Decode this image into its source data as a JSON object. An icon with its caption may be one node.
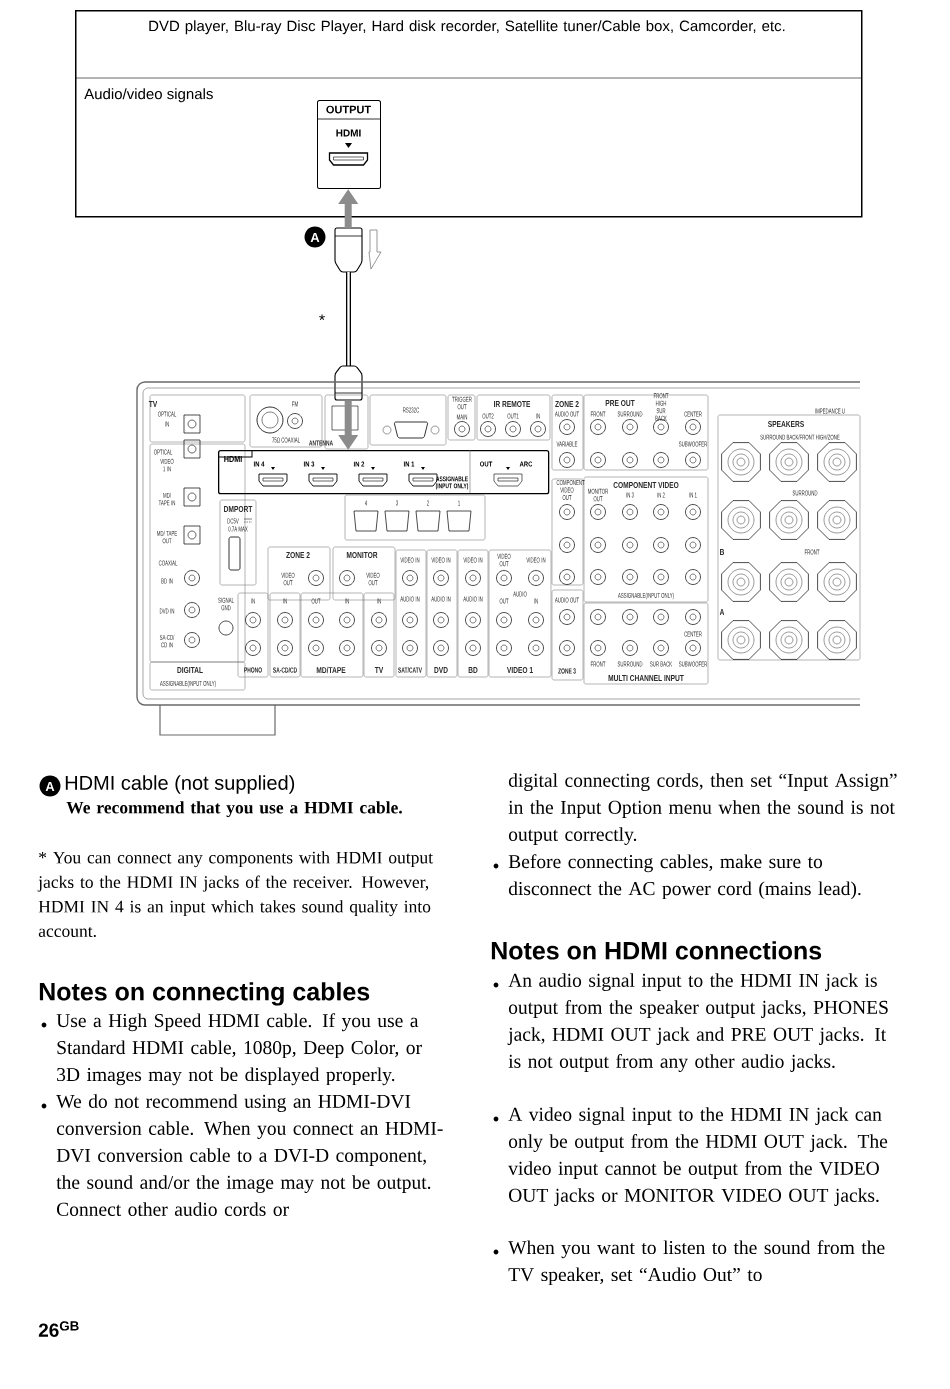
{
  "diagram": {
    "nodes": [
      {
        "text": [
          "DVD player, Blu-ray Disc Player, Hard disk recorder, Satellite tuner/Cable box, Camcorder, etc.",
          "Audio/video signals"
        ]
      },
      {
        "text": [
          "OUTPUT",
          "HDMI"
        ],
        "in": 0
      },
      {
        "text": [],
        "shape": "cable",
        "beside": [
          "A",
          "*"
        ]
      },
      {
        "text": [],
        "shape": "picture"
      },
      {
        "text": [
          "HDMI",
          "IN 4",
          "IN 3",
          "IN 2",
          "IN 1",
          "ASSIGNABLE (INPUT ONLY)",
          "OUT",
          "ARC"
        ],
        "in": 3
      }
    ],
    "edges": [
      {
        "from": 2,
        "to": 1,
        "arrow": "to"
      },
      {
        "from": 2,
        "to": 4,
        "arrow": "to"
      }
    ],
    "labels": [
      "TV",
      "FM",
      "RS232C",
      "TRIGGER OUT",
      "IR REMOTE",
      "ZONE 2",
      "PRE OUT",
      "FRONT HIGH SUR BACK",
      "IMPEDANCE U",
      "OPTICAL",
      "MAIN",
      "OUT2",
      "OUT1",
      "IN",
      "AUDIO OUT",
      "FRONT",
      "SURROUND",
      "CENTER",
      "IN",
      "SPEAKERS",
      "75Ω COAXIAL",
      "ANTENNA",
      "VARIABLE",
      "SUBWOOFER",
      "SURROUND BACK/FRONT HIGH/ZONE",
      "OPTICAL",
      "VIDEO 1 IN",
      "COMPONENT VIDEO OUT",
      "COMPONENT VIDEO",
      "SURROUND",
      "MD/ TAPE IN",
      "MONITOR OUT",
      "IN 3",
      "IN 2",
      "IN 1",
      "4",
      "3",
      "2",
      "1",
      "DMPORT",
      "DC5V",
      "0.7A MAX",
      "MD/ TAPE OUT",
      "ZONE 2",
      "MONITOR",
      "VIDEO IN",
      "VIDEO IN",
      "VIDEO IN",
      "VIDEO OUT",
      "VIDEO IN",
      "B",
      "FRONT",
      "COAXIAL",
      "BD IN",
      "VIDEO OUT",
      "VIDEO OUT",
      "SIGNAL GND",
      "IN",
      "IN",
      "OUT",
      "IN",
      "IN",
      "AUDIO IN",
      "AUDIO IN",
      "AUDIO IN",
      "OUT",
      "AUDIO",
      "IN",
      "AUDIO OUT",
      "ASSIGNABLE(INPUT ONLY)",
      "DVD IN",
      "A",
      "CENTER",
      "SA-CD/ CD IN",
      "DIGITAL",
      "PHONO",
      "SA-CD/CD",
      "MD/TAPE",
      "TV",
      "SAT/CATV",
      "DVD",
      "BD",
      "VIDEO 1",
      "ZONE 3",
      "FRONT",
      "SURROUND",
      "SUR BACK",
      "SUBWOOFER",
      "ASSIGNABLE(INPUT ONLY)",
      "MULTI CHANNEL INPUT",
      "A",
      "HDMI cable (not supplied)",
      "We recommend that you use a HDMI cable.",
      "* You can connect any components with HDMI output jacks to the HDMI IN jacks of the receiver. However, HDMI IN 4 is an input which takes sound quality into account.",
      "Notes on connecting cables",
      "Use a High Speed HDMI cable. If you use a Standard HDMI cable, 1080p, Deep Color, or 3D images may not be displayed properly.",
      "We do not recommend using an HDMI-DVI conversion cable. When you connect an HDMI-DVI conversion cable to a DVI-D component, the sound and/or the image may not be output. Connect other audio cords or",
      "digital connecting cords, then set “Input Assign” in the Input Option menu when the sound is not output correctly.",
      "Before connecting cables, make sure to disconnect the AC power cord (mains lead).",
      "Notes on HDMI connections",
      "An audio signal input to the HDMI IN jack is output from the speaker output jacks, PHONES jack, HDMI OUT jack and PRE OUT jacks. It is not output from any other audio jacks.",
      "A video signal input to the HDMI IN jack can only be output from the HDMI OUT jack. The video input cannot be output from the VIDEO OUT jacks or MONITOR VIDEO OUT jacks.",
      "When you want to listen to the sound from the TV speaker, set “Audio Out” to",
      "26$^{GB}$"
    ]
  }
}
